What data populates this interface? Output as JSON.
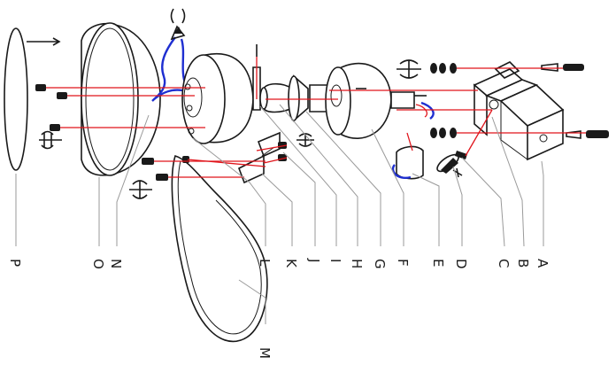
{
  "labels": {
    "A": "A",
    "B": "B",
    "C": "C",
    "D": "D",
    "E": "E",
    "F": "F",
    "G": "G",
    "H": "H",
    "I": "I",
    "J": "J",
    "K": "K",
    "L": "L",
    "M": "M",
    "N": "N",
    "O": "O",
    "P": "P"
  },
  "colors": {
    "line": "#1a1a1a",
    "assembly_line": "#e0141b",
    "wire": "#1f2fd1",
    "leader": "#9a9a9a"
  }
}
